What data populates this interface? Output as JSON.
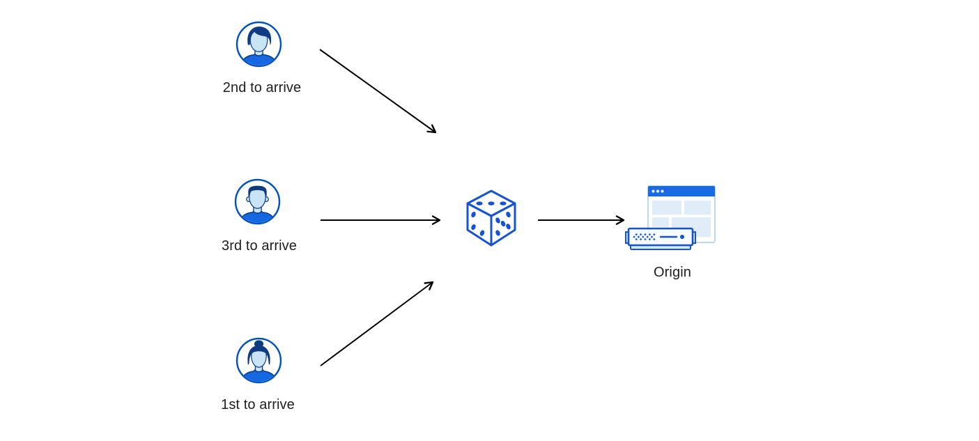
{
  "colors": {
    "outline_blue": "#0051c3",
    "navy": "#0f3b82",
    "face_blue": "#c9e4f7",
    "shirt_blue": "#1568e0",
    "dice_blue": "#1453d6",
    "browser_bar_blue": "#1a6ae4",
    "browser_border": "#b9d8f2",
    "panel_blue": "#e0edf9",
    "server_blue": "#1453d6",
    "server_fill": "#f7fbff",
    "server_base": "#d6e9fa",
    "arrow_black": "#000000",
    "label_color": "#1d1d1f",
    "background": "#ffffff"
  },
  "nodes": {
    "second": {
      "label": "2nd to arrive",
      "icon": "avatar-man-swept-hair-icon"
    },
    "third": {
      "label": "3rd to arrive",
      "icon": "avatar-man-flat-top-icon"
    },
    "first": {
      "label": "1st to arrive",
      "icon": "avatar-woman-bun-icon"
    },
    "balancer": {
      "icon": "dice-icon"
    },
    "origin": {
      "label": "Origin",
      "icon": "origin-server-browser-icon"
    }
  }
}
